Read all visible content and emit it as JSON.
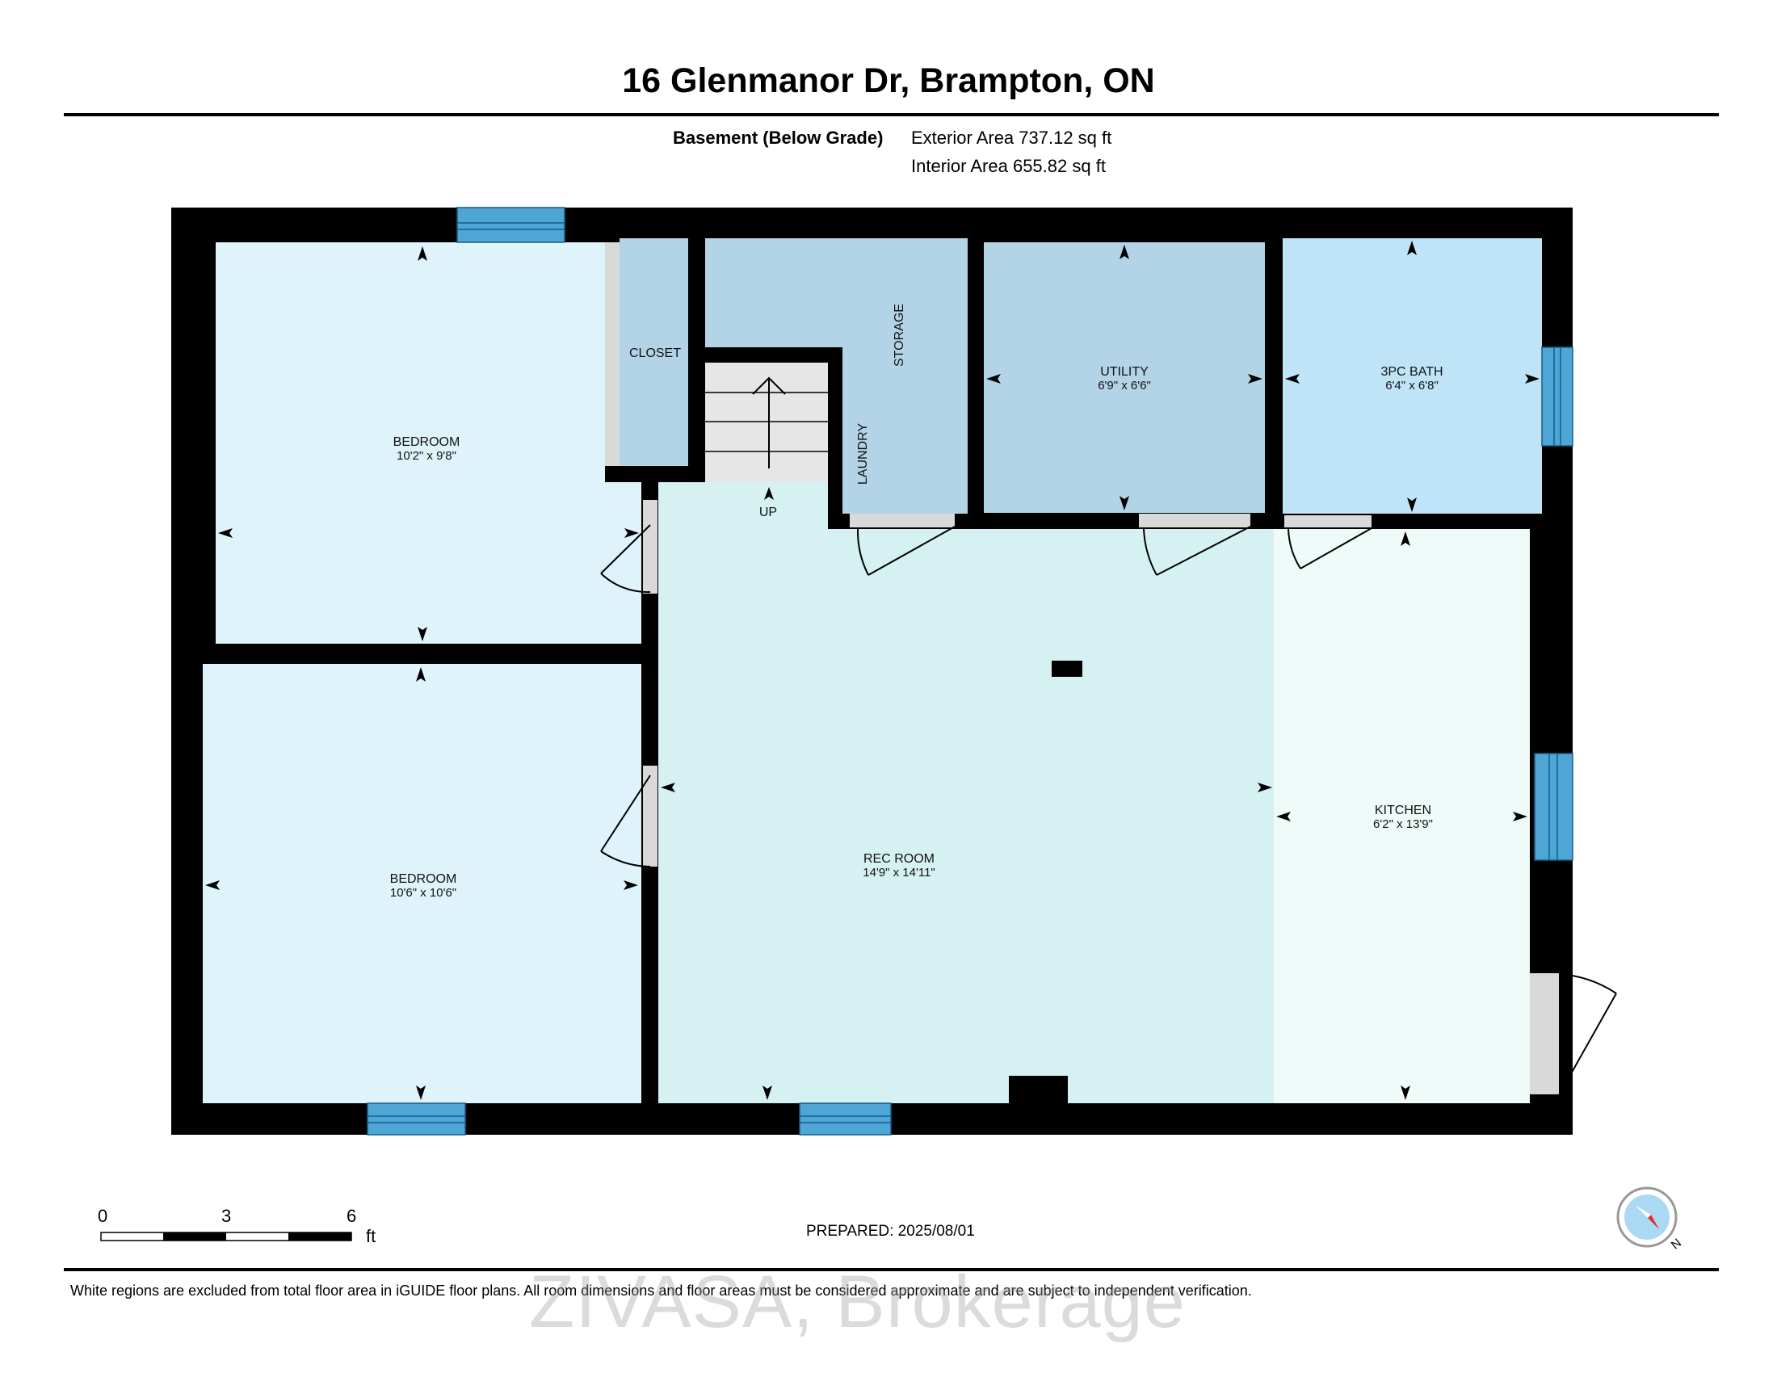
{
  "header": {
    "title": "16 Glenmanor Dr, Brampton, ON",
    "floor_label": "Basement (Below Grade)",
    "exterior_area": "Exterior Area 737.12 sq ft",
    "interior_area": "Interior Area 655.82 sq ft"
  },
  "rooms": {
    "bedroom_top": {
      "name": "BEDROOM",
      "dims": "10'2\" x 9'8\""
    },
    "bedroom_bottom": {
      "name": "BEDROOM",
      "dims": "10'6\" x 10'6\""
    },
    "closet": {
      "name": "CLOSET"
    },
    "storage": {
      "name": "STORAGE"
    },
    "laundry": {
      "name": "LAUNDRY"
    },
    "stairs": {
      "label": "UP"
    },
    "utility": {
      "name": "UTILITY",
      "dims": "6'9\" x 6'6\""
    },
    "bath": {
      "name": "3PC BATH",
      "dims": "6'4\" x 6'8\""
    },
    "rec_room": {
      "name": "REC ROOM",
      "dims": "14'9\" x 14'11\""
    },
    "kitchen": {
      "name": "KITCHEN",
      "dims": "6'2\" x 13'9\""
    }
  },
  "scale_bar": {
    "ticks": [
      "0",
      "3",
      "6"
    ],
    "unit": "ft"
  },
  "prepared": "PREPARED: 2025/08/01",
  "footer_note": "White regions are excluded from total floor area in iGUIDE floor plans. All room dimensions and floor areas must be considered approximate and are subject to independent verification.",
  "watermark": "ZIVASA, Brokerage",
  "compass": {
    "label": "N"
  },
  "colors": {
    "wall": "#000000",
    "bedroom": "#dff3fb",
    "utility": "#b3d4e6",
    "bath": "#bfe4f8",
    "rec_room": "#d6f1f2",
    "kitchen": "#eefbf9",
    "window": "#4da6d6",
    "door_sill": "#d9d9d9"
  }
}
